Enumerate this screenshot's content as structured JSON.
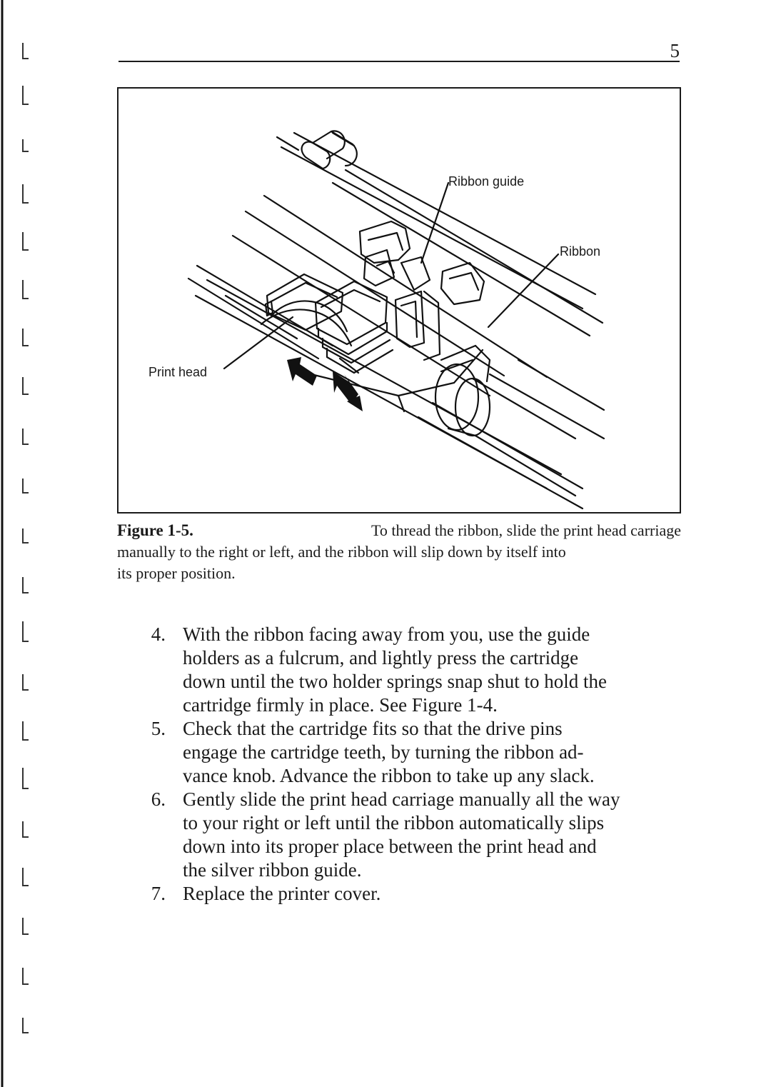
{
  "page": {
    "number": "5"
  },
  "figure": {
    "labels": {
      "ribbon_guide": "Ribbon guide",
      "ribbon": "Ribbon",
      "print_head": "Print head"
    }
  },
  "caption": {
    "label": "Figure 1-5.",
    "lines": [
      "To thread the ribbon, slide the print head carriage",
      "manually to the right or left, and the ribbon will slip down by itself into",
      "its proper position."
    ]
  },
  "steps": [
    {
      "number": "4.",
      "lines": [
        "With the ribbon facing away from you, use the guide",
        "holders as a fulcrum, and lightly press the cartridge",
        "down until the two holder springs snap shut to hold the",
        "cartridge firmly in place. See Figure 1-4."
      ]
    },
    {
      "number": "5.",
      "lines": [
        "Check that the cartridge fits so that the drive pins",
        "engage the cartridge teeth, by turning the ribbon ad-",
        "vance knob. Advance the ribbon to take up any slack."
      ]
    },
    {
      "number": "6.",
      "lines": [
        "Gently slide the print head carriage manually all the way",
        "to your right or left until the ribbon automatically slips",
        "down into its proper place between the print head and",
        "the silver ribbon guide."
      ]
    },
    {
      "number": "7.",
      "lines": [
        "Replace the printer cover."
      ]
    }
  ]
}
